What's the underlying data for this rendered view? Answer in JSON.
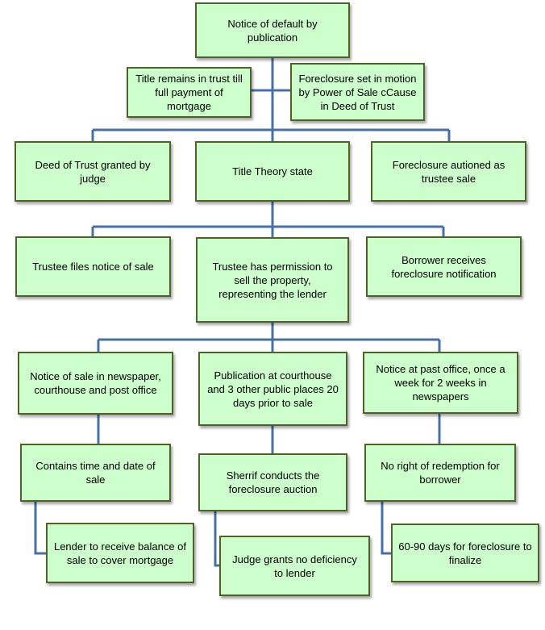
{
  "colors": {
    "box_fill": "#ccffcc",
    "box_border": "#4f6228",
    "connector": "#4a6fa5"
  },
  "nodes": {
    "notice_default": "Notice of default by publication",
    "title_remains": "Title remains in trust till full payment of mortgage",
    "foreclosure_set": "Foreclosure set in motion by Power of Sale cCause in Deed of Trust",
    "deed_granted": "Deed of Trust granted by judge",
    "title_theory": "Title Theory state",
    "foreclosure_auctioned": "Foreclosure autioned as trustee sale",
    "trustee_files": "Trustee files notice of sale",
    "trustee_permission": "Trustee has permission to sell the property, representing the lender",
    "borrower_receives": "Borrower receives foreclosure notification",
    "notice_newspaper": "Notice of sale in newspaper, courthouse and post office",
    "publication_courthouse": "Publication at courthouse and 3 other public places 20 days prior to sale",
    "notice_past_office": "Notice at past office, once a week for 2 weeks in newspapers",
    "contains_time": "Contains time and date of sale",
    "sherrif_conducts": "Sherrif conducts the foreclosure auction",
    "no_redemption": "No right of redemption for borrower",
    "lender_receive": "Lender to receive balance of sale to cover mortgage",
    "judge_grants": "Judge grants no deficiency to  lender",
    "days_finalize": "60-90 days for foreclosure to finalize"
  }
}
